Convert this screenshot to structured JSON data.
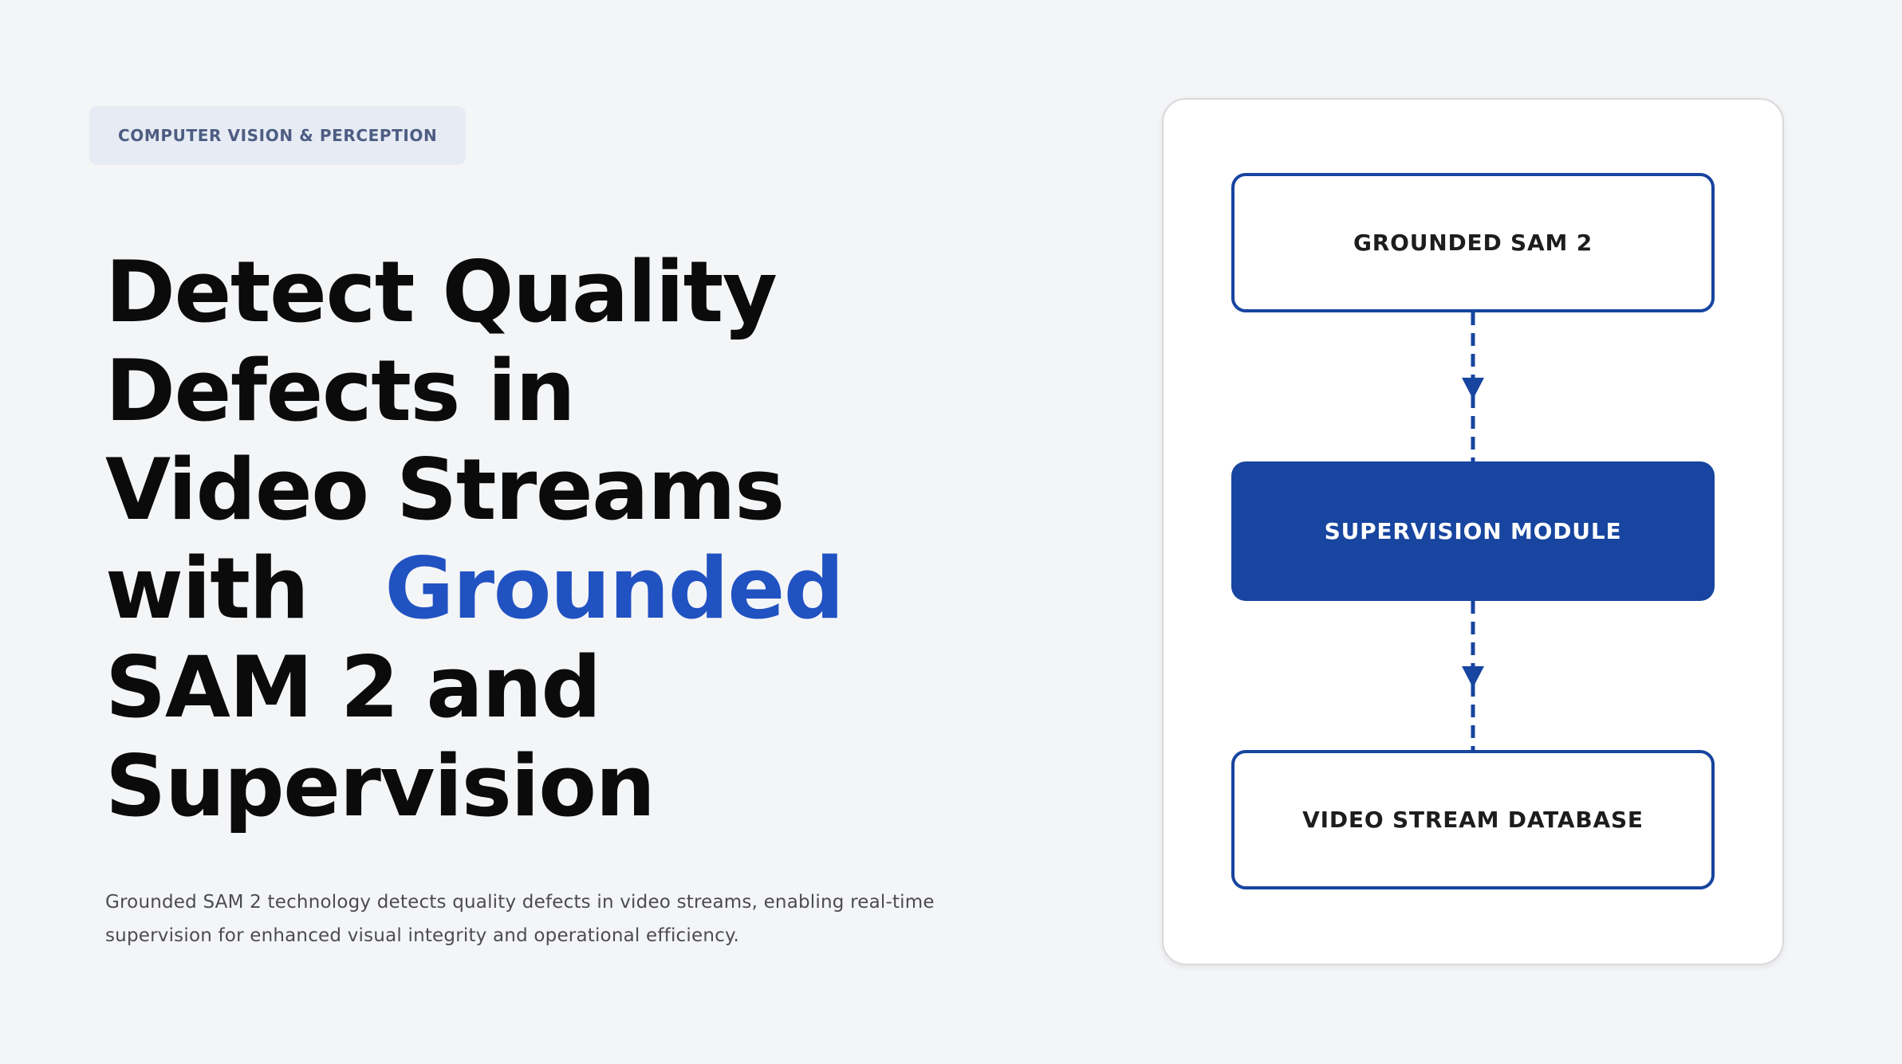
{
  "badge": {
    "label": "COMPUTER VISION & PERCEPTION"
  },
  "heading": {
    "lines": [
      {
        "text": "Detect Quality"
      },
      {
        "text": "Defects in"
      },
      {
        "text": "Video Streams"
      },
      {
        "pre": "with",
        "accent": "Grounded"
      },
      {
        "text": "SAM 2 and"
      },
      {
        "text": "Supervision"
      }
    ],
    "accent_word": "Grounded"
  },
  "description": "Grounded SAM 2 technology detects quality defects in video streams, enabling real-time supervision for enhanced visual integrity and operational efficiency.",
  "diagram": {
    "nodes": [
      {
        "label": "GROUNDED SAM 2",
        "variant": "outline"
      },
      {
        "label": "SUPERVISION MODULE",
        "variant": "filled"
      },
      {
        "label": "VIDEO STREAM DATABASE",
        "variant": "outline"
      }
    ],
    "connector_style": "dashed-arrow-down"
  },
  "colors": {
    "page_background": "#f4f5f7",
    "brand_blue": "#17459f",
    "heading_accent_blue": "#2152c2",
    "badge_background": "#e7ebf4",
    "badge_text": "#4d5d82",
    "heading_text": "#0b0b0c",
    "body_text": "#4c4c4e",
    "card_border": "#d9d9dc"
  }
}
